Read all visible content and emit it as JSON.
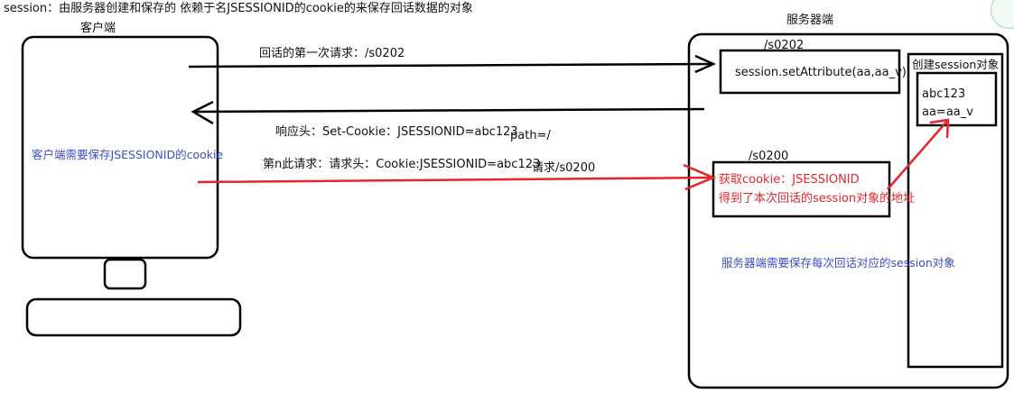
{
  "title": "session：由服务器创建和保存的 依赖于名JSESSIONID的cookie的来保存回话数据的对象",
  "client": {
    "label": "客户端",
    "note": "客户端需要保存JSESSIONID的cookie"
  },
  "server": {
    "label": "服务器端",
    "note": "服务器端需要保存每次回话对应的session对象",
    "servlet_top": {
      "path": "/s0202",
      "code": "session.setAttribute(aa,aa_v);"
    },
    "servlet_bottom": {
      "path": "/s0200",
      "line1": "获取cookie：JSESSIONID",
      "line2": "得到了本次回话的session对象的地址"
    },
    "session_store": {
      "title": "创建session对象",
      "id": "abc123",
      "attr": "aa=aa_v"
    }
  },
  "arrows": {
    "first_request": "回话的第一次请求：/s0202",
    "response_header": "响应头：Set-Cookie：JSESSIONID=abc123",
    "response_path": "path=/",
    "nth_request": "第n此请求：请求头：Cookie:JSESSIONID=abc123",
    "nth_request_target": "请求/s0200"
  },
  "colors": {
    "line": "#000000",
    "red": "#e3262c",
    "blue": "#3b4fc4"
  }
}
